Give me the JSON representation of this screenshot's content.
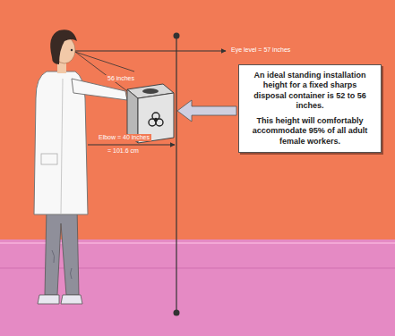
{
  "diagram": {
    "nodes": [
      {
        "text": [
          "An ideal standing installation height for a fixed sharps disposal container is 52 to 56 inches.",
          "This height will comfortably accommodate 95% of all adult female workers."
        ]
      }
    ],
    "labels": [
      "Eye level = 57 inches",
      "56 inches",
      "Elbow = 40 inches",
      "= 101.6 cm"
    ]
  }
}
